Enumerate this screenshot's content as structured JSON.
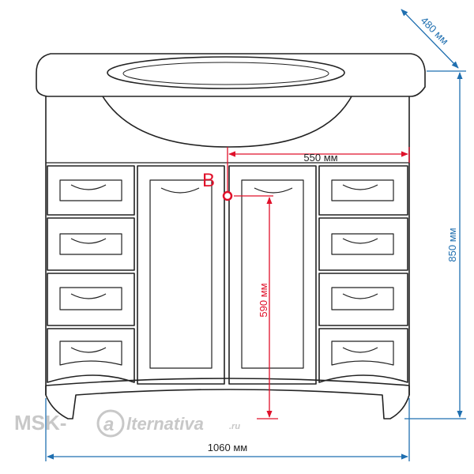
{
  "dimensions": {
    "depth": "480 мм",
    "height": "850 мм",
    "width": "1060 мм",
    "water_offset_x": "550 мм",
    "water_height": "590 мм"
  },
  "marker": {
    "letter": "B"
  },
  "watermark": {
    "left": "MSK-",
    "logo": "a",
    "right": "lternativa",
    "suffix": ".ru"
  },
  "colors": {
    "outline": "#222222",
    "dimension": "#1f6fb0",
    "marker": "#e0102a",
    "watermark": "#c8c8c8"
  }
}
